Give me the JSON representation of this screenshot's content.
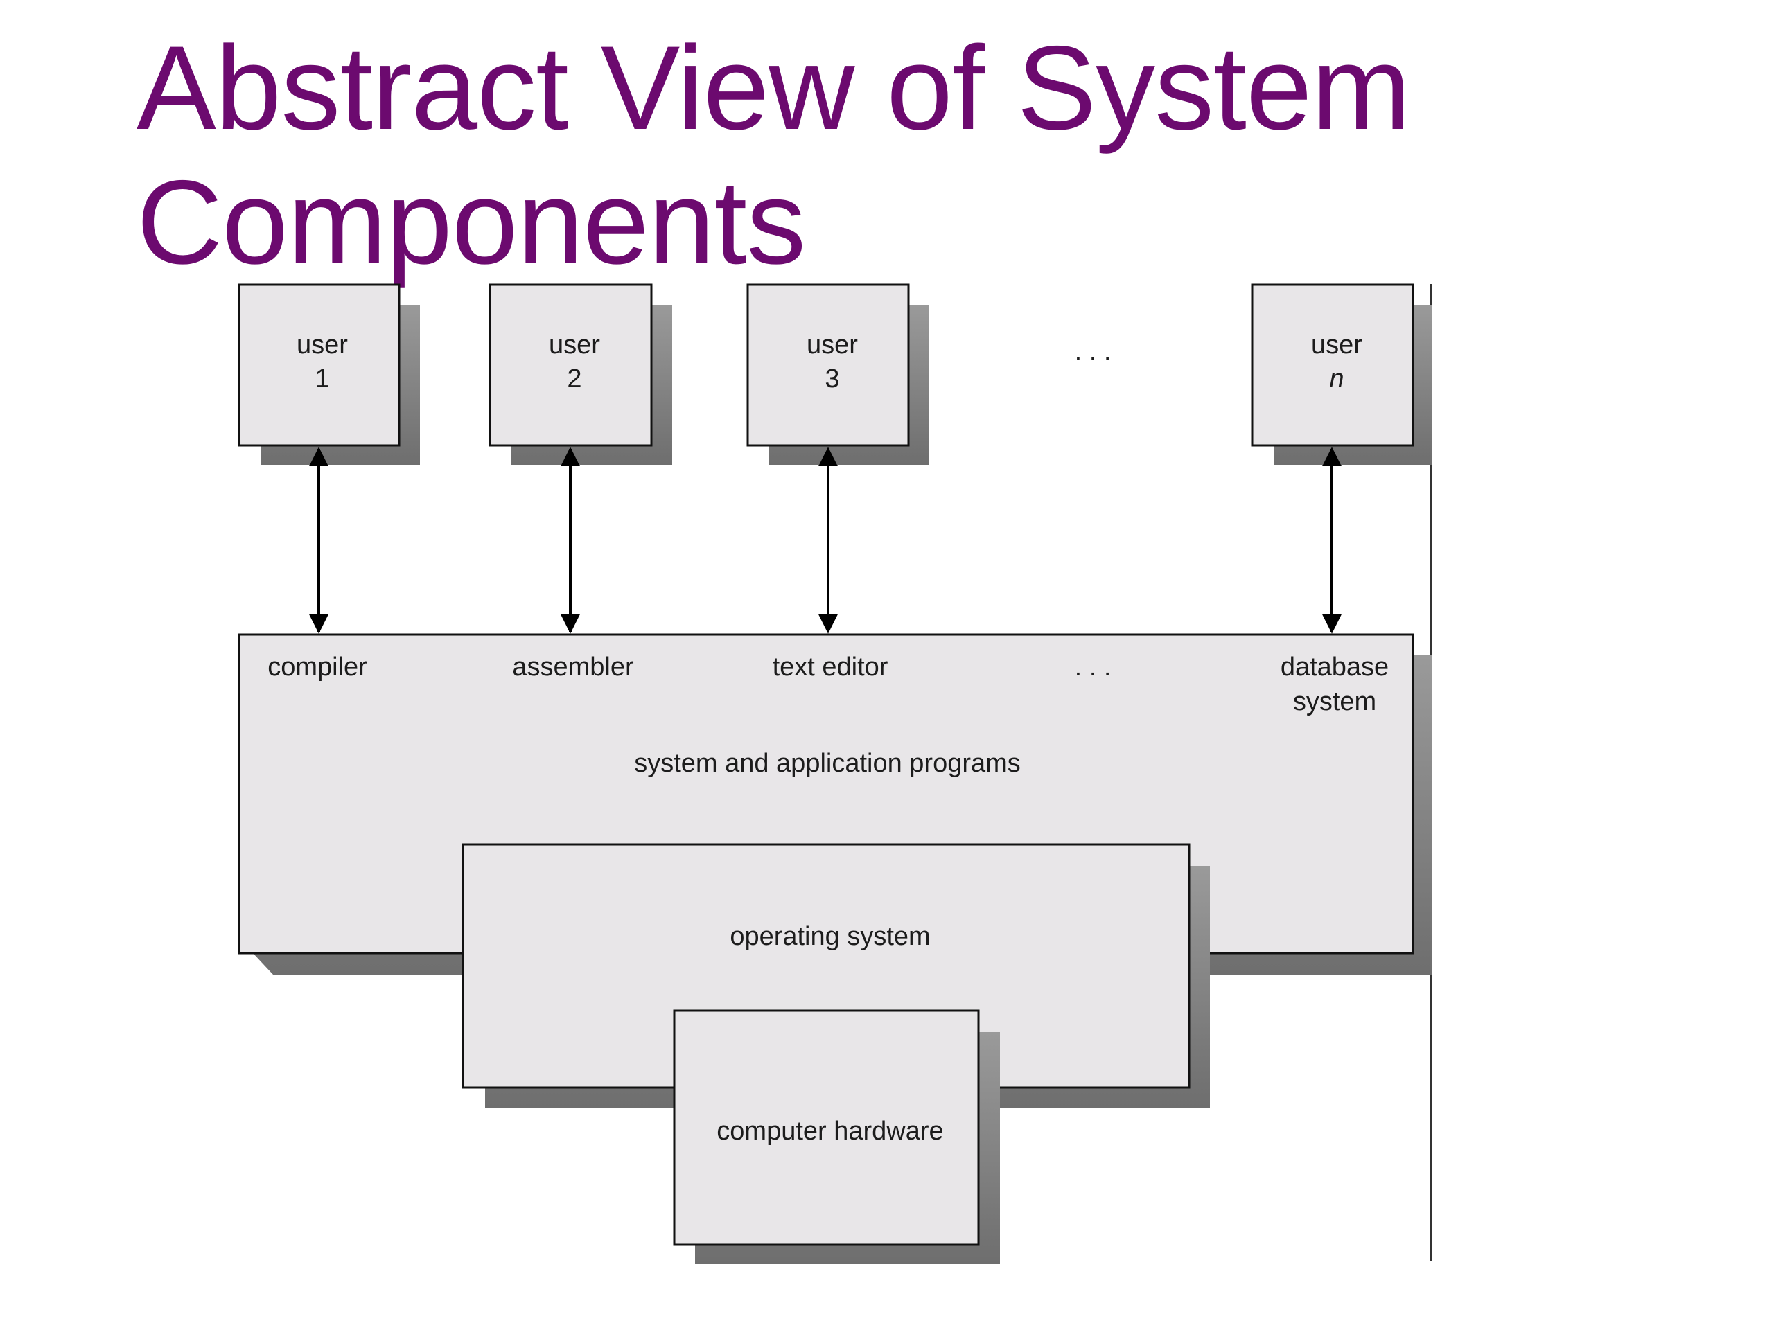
{
  "title": {
    "line1": "Abstract View of System",
    "line2": "Components"
  },
  "users": [
    {
      "label": "user",
      "id": "1"
    },
    {
      "label": "user",
      "id": "2"
    },
    {
      "label": "user",
      "id": "3"
    },
    {
      "label": "user",
      "id": "n"
    }
  ],
  "user_ellipsis": ". . .",
  "programs": {
    "items": [
      "compiler",
      "assembler",
      "text editor"
    ],
    "ellipsis": ". . .",
    "last_line1": "database",
    "last_line2": "system",
    "layer_label": "system and application programs"
  },
  "os_label": "operating system",
  "hardware_label": "computer hardware",
  "colors": {
    "title": "#6c0a6f",
    "box_fill": "#e8e6e8",
    "box_stroke": "#111111",
    "shadow": "#7d7d7d"
  }
}
